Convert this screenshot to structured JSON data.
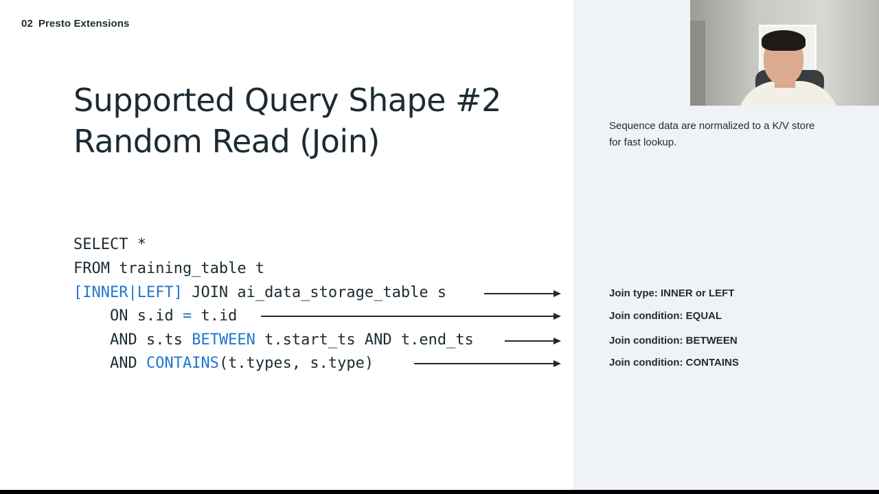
{
  "slide": {
    "section_number": "02",
    "section_name": "Presto Extensions",
    "title_line1": "Supported Query Shape #2",
    "title_line2": "Random Read (Join)",
    "note_line1": "Sequence data are normalized to a  K/V store",
    "note_line2": "for fast lookup."
  },
  "code": {
    "line1": "SELECT *",
    "line2": "FROM training_table t",
    "line3_kw": "[INNER|LEFT]",
    "line3_rest": " JOIN ai_data_storage_table s",
    "line4_indent": "    ",
    "line4_a": "ON s.id ",
    "line4_op": "=",
    "line4_b": " t.id",
    "line5_indent": "    ",
    "line5_a": "AND s.ts ",
    "line5_kw": "BETWEEN",
    "line5_b": " t.start_ts AND t.end_ts",
    "line6_indent": "    ",
    "line6_a": "AND ",
    "line6_kw": "CONTAINS",
    "line6_b": "(t.types, s.type)"
  },
  "annotations": {
    "join_type": "Join type: INNER or LEFT",
    "cond_equal": "Join condition: EQUAL",
    "cond_between": "Join condition: BETWEEN",
    "cond_contains": "Join condition: CONTAINS"
  },
  "colors": {
    "text": "#1c2b33",
    "keyword": "#1f77d0",
    "side_panel": "#eff2f6"
  }
}
